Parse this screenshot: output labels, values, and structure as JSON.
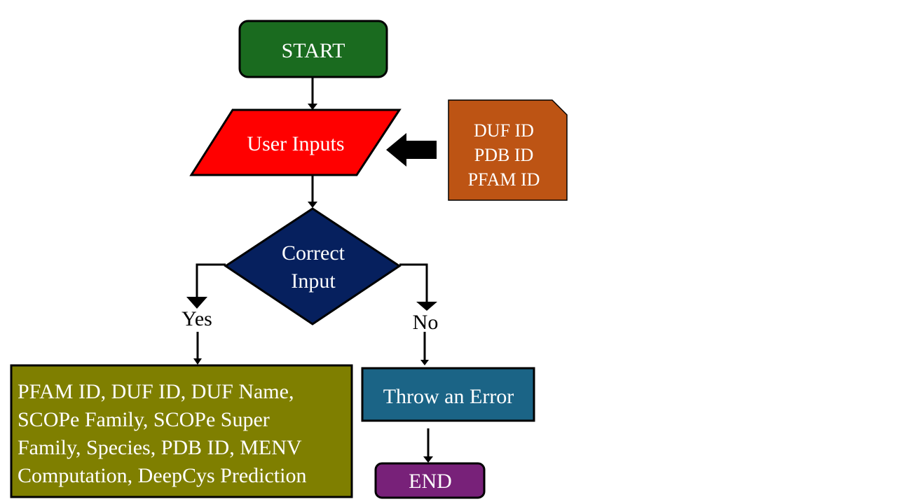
{
  "diagram": {
    "start": {
      "label": "START",
      "fill": "#1a6b1f"
    },
    "user_inputs": {
      "label": "User Inputs",
      "fill": "#ff0000"
    },
    "input_types": {
      "lines": [
        "DUF ID",
        "PDB ID",
        "PFAM ID"
      ],
      "fill": "#bd5414"
    },
    "decision": {
      "lines": [
        "Correct",
        "Input"
      ],
      "fill": "#06205e"
    },
    "branch_yes": {
      "label": "Yes"
    },
    "branch_no": {
      "label": "No"
    },
    "outputs": {
      "lines": [
        "PFAM ID, DUF ID, DUF  Name,",
        "SCOPe Family, SCOPe Super",
        "Family, Species, PDB ID, MENV",
        "Computation, DeepCys Prediction"
      ],
      "fill": "#7f7f00"
    },
    "error": {
      "label": "Throw an Error",
      "fill": "#1b6486"
    },
    "end": {
      "label": "END",
      "fill": "#782179"
    }
  }
}
